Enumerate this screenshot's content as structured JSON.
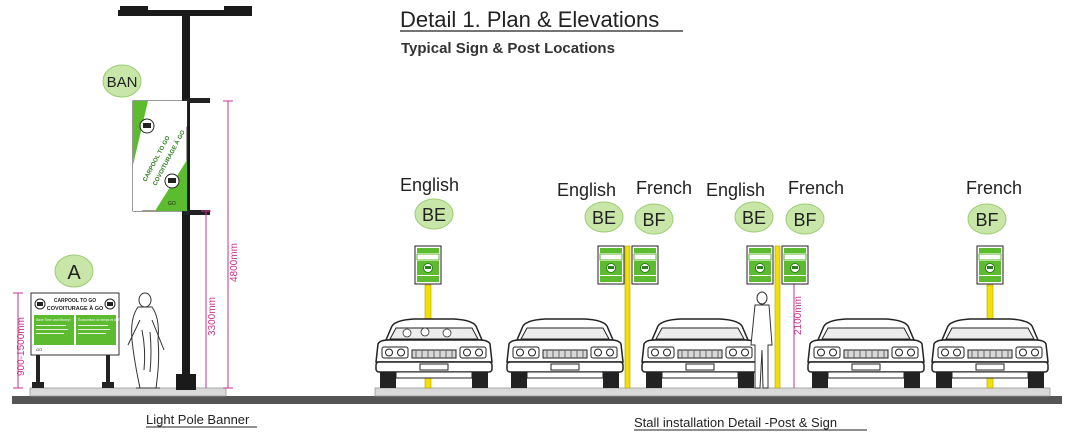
{
  "title": "Detail 1. Plan & Elevations",
  "subtitle": "Typical Sign & Post Locations",
  "captions": {
    "left": "Light Pole Banner",
    "right": "Stall installation Detail -Post & Sign"
  },
  "badges": {
    "ban": "BAN",
    "a": "A",
    "be": "BE",
    "bf": "BF"
  },
  "languages": {
    "english": "English",
    "french": "French"
  },
  "dimensions": {
    "d1": "900-1500mm",
    "d2": "3300mm",
    "d3": "4800mm",
    "d4": "2100mm"
  },
  "sign_a": {
    "header_en": "CARPOOL TO GO",
    "header_fr": "COVOITURAGE À GO",
    "panel_en": "Save Time and Money!",
    "panel_fr": "Économisez du temps et de l'argent"
  },
  "banner": {
    "line1": "CARPOOL TO GO",
    "line2": "COVOITURAGE À GO"
  },
  "colors": {
    "green": "#5dbb2f",
    "dark_green": "#2e7d1e",
    "badge_fill": "#c8e6a8",
    "yellow_post": "#f2e000",
    "dimension": "#c8328c",
    "ground": "#555555"
  }
}
